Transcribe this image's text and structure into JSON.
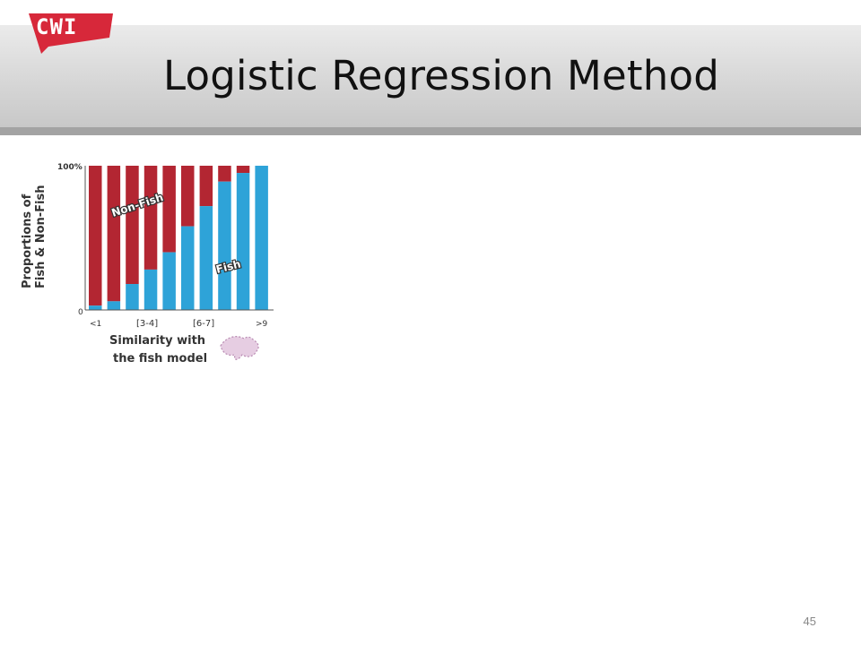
{
  "slide": {
    "title": "Logistic Regression Method",
    "page_number": "45",
    "logo_text": "CWI"
  },
  "colors": {
    "logo_red": "#d7283a",
    "fish": "#2ea3d8",
    "non_fish": "#b32632",
    "fish_icon": "#e6cde2"
  },
  "chart_data": {
    "type": "bar",
    "stacked": true,
    "ylabel_lines": [
      "Proportions of",
      "Fish & Non-Fish"
    ],
    "xlabel_lines": [
      "Similarity with",
      "the fish model"
    ],
    "ytick_labels": [
      "100%",
      "0"
    ],
    "xtick_labels": [
      "<1",
      "[3-4]",
      "[6-7]",
      ">9"
    ],
    "ylim": [
      0,
      100
    ],
    "annotations": [
      "Non-Fish",
      "Fish"
    ],
    "series": [
      {
        "name": "Fish",
        "values": [
          3,
          6,
          18,
          28,
          40,
          58,
          72,
          89,
          95,
          100
        ]
      },
      {
        "name": "Non-Fish",
        "values": [
          97,
          94,
          82,
          72,
          60,
          42,
          28,
          11,
          5,
          0
        ]
      }
    ]
  }
}
